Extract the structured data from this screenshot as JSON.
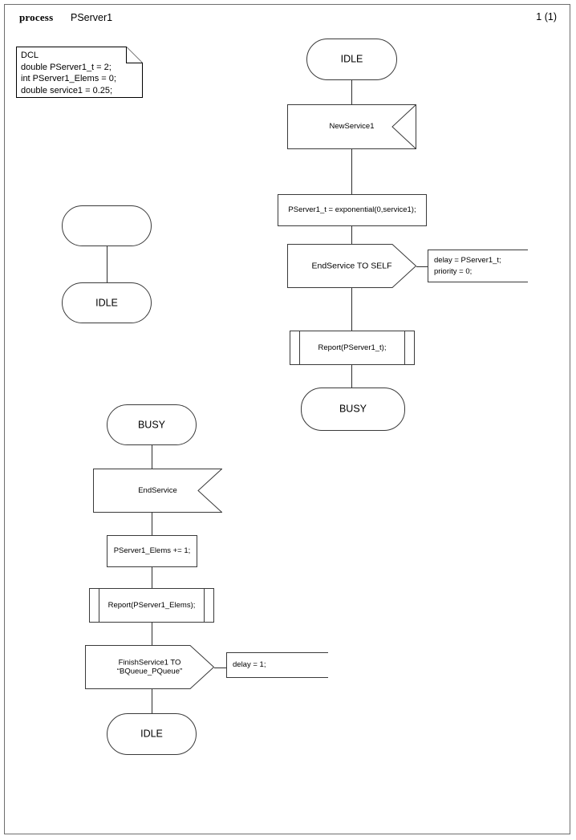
{
  "header": {
    "keyword": "process",
    "process_name": "PServer1",
    "page_number": "1 (1)"
  },
  "declaration_note": {
    "text": "DCL\ndouble PServer1_t = 2;\nint PServer1_Elems = 0;\ndouble service1 = 0.25;"
  },
  "diagram": {
    "type": "sdl-process",
    "transitions": [
      {
        "id": "start-transition",
        "symbols": [
          {
            "kind": "start",
            "label": ""
          },
          {
            "kind": "state",
            "label": "IDLE"
          }
        ]
      },
      {
        "id": "idle-transition",
        "symbols": [
          {
            "kind": "state",
            "label": "IDLE"
          },
          {
            "kind": "input",
            "label": "NewService1"
          },
          {
            "kind": "task",
            "label": "PServer1_t = exponential(0,service1);"
          },
          {
            "kind": "output",
            "label": "EndService TO SELF",
            "comment": "delay = PServer1_t;\npriority = 0;"
          },
          {
            "kind": "procedure",
            "label": "Report(PServer1_t);"
          },
          {
            "kind": "state",
            "label": "BUSY"
          }
        ]
      },
      {
        "id": "busy-transition",
        "symbols": [
          {
            "kind": "state",
            "label": "BUSY"
          },
          {
            "kind": "input",
            "label": "EndService"
          },
          {
            "kind": "task",
            "label": "PServer1_Elems += 1;"
          },
          {
            "kind": "procedure",
            "label": "Report(PServer1_Elems);"
          },
          {
            "kind": "output",
            "label": "FinishService1 TO\n“BQueue_PQueue”",
            "comment": "delay = 1;"
          },
          {
            "kind": "state",
            "label": "IDLE"
          }
        ]
      }
    ]
  },
  "labels": {
    "idle_top": "IDLE",
    "new_service1": "NewService1",
    "task_exponential": "PServer1_t = exponential(0,service1);",
    "end_service_to_self": "EndService TO SELF",
    "comment_delay_priority": "delay = PServer1_t;\npriority = 0;",
    "report_pserver1_t": "Report(PServer1_t);",
    "busy_right": "BUSY",
    "start_empty": "",
    "idle_start": "IDLE",
    "busy_left": "BUSY",
    "end_service": "EndService",
    "task_elems": "PServer1_Elems += 1;",
    "report_elems": "Report(PServer1_Elems);",
    "finish_service1": "FinishService1 TO\n“BQueue_PQueue”",
    "comment_delay_1": "delay = 1;",
    "idle_bottom": "IDLE"
  },
  "colors": {
    "stroke": "#3a3a3a",
    "frame": "#6e6e6e",
    "background": "#ffffff",
    "text": "#000000"
  }
}
